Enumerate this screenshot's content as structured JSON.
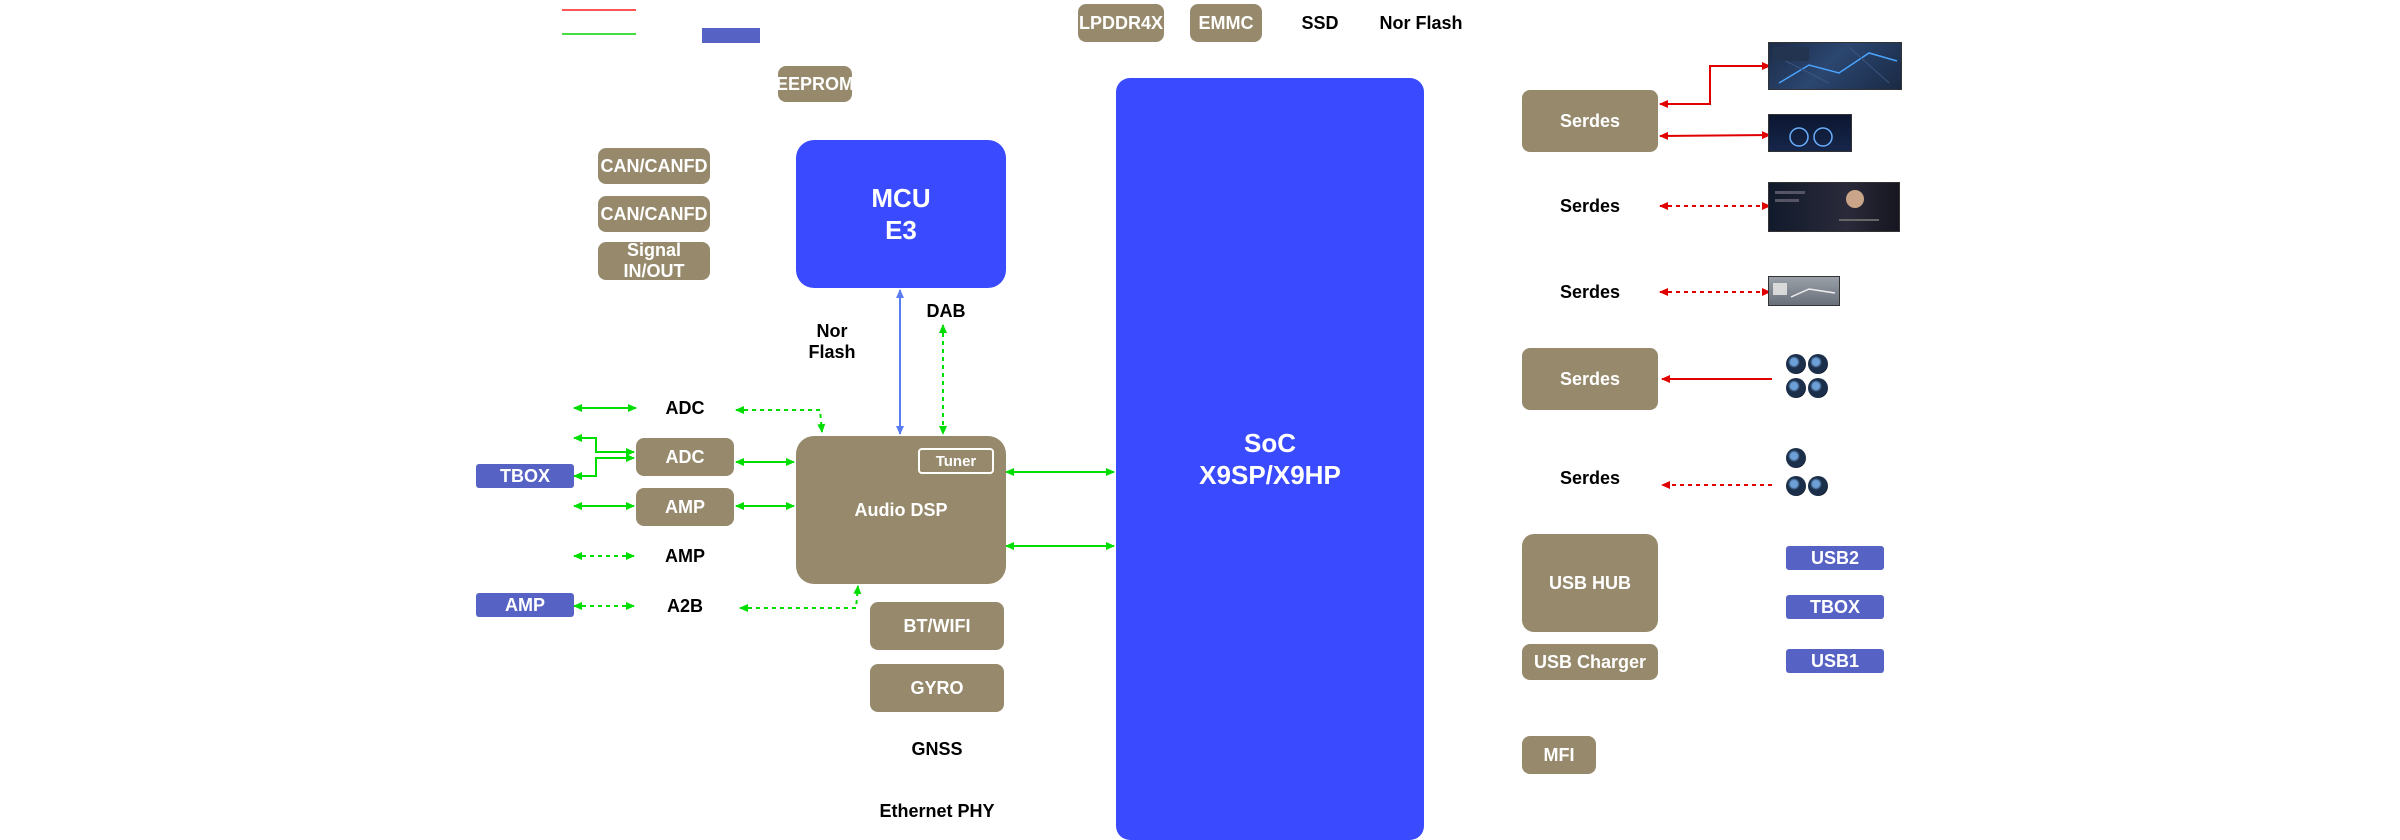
{
  "legend": {
    "line_red_color": "#ff0000",
    "line_green_color": "#00cc00",
    "swatch_color": "#5763c4"
  },
  "top_memory": {
    "lpddr": "LPDDR4X",
    "emmc": "EMMC",
    "ssd": "SSD",
    "nor_flash": "Nor Flash"
  },
  "eeprom": "EEPROM",
  "mcu": {
    "line1": "MCU",
    "line2": "E3"
  },
  "left_signals": {
    "can1": "CAN/CANFD",
    "can2": "CAN/CANFD",
    "signal_io": "Signal\nIN/OUT"
  },
  "mcu_bus": {
    "nor_flash": "Nor\nFlash",
    "dab": "DAB"
  },
  "audio": {
    "adc_text": "ADC",
    "adc_box": "ADC",
    "amp_box": "AMP",
    "amp_text": "AMP",
    "a2b": "A2B",
    "tbox_tag": "TBOX",
    "amp_tag": "AMP",
    "dsp": "Audio DSP",
    "tuner": "Tuner"
  },
  "lower_left": {
    "btwifi": "BT/WIFI",
    "gyro": "GYRO",
    "gnss": "GNSS",
    "ethernet": "Ethernet PHY"
  },
  "soc": {
    "line1": "SoC",
    "line2": "X9SP/X9HP"
  },
  "serdes": {
    "s1": "Serdes",
    "s2": "Serdes",
    "s3": "Serdes",
    "s4": "Serdes",
    "s5": "Serdes"
  },
  "usb": {
    "hub": "USB HUB",
    "charger": "USB Charger",
    "mfi": "MFI",
    "usb2": "USB2",
    "tbox": "TBOX",
    "usb1": "USB1"
  },
  "colors": {
    "tan": "#978a6c",
    "tag": "#5763c4",
    "soc_blue": "#3a4bff",
    "green": "#00dd00",
    "red": "#e00000",
    "link_blue": "#5b7cf0"
  }
}
